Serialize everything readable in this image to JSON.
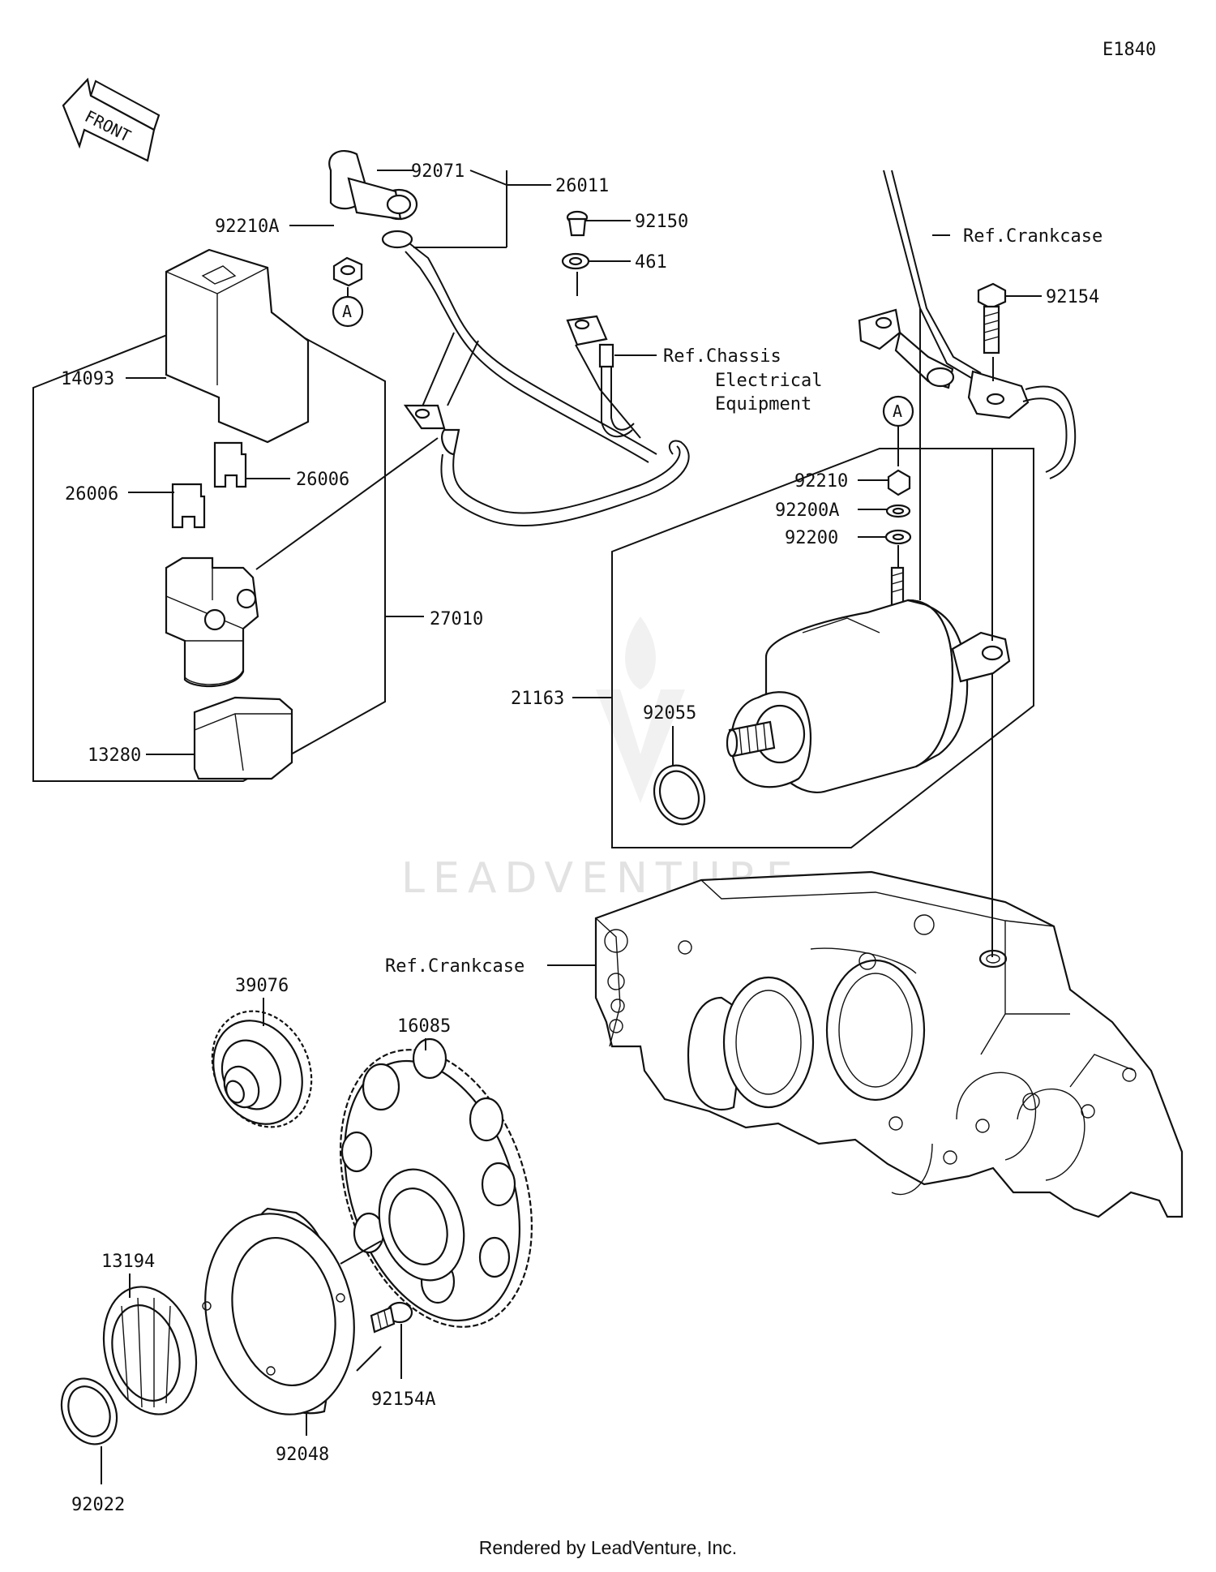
{
  "diagram_code": "E1840",
  "front_label": "FRONT",
  "footer": "Rendered by LeadVenture, Inc.",
  "watermark": "LEADVENTURE",
  "callout_marker": "A",
  "parts": {
    "p92071": "92071",
    "p26011": "26011",
    "p92150": "92150",
    "p461": "461",
    "p92210A": "92210A",
    "p14093": "14093",
    "p26006a": "26006",
    "p26006b": "26006",
    "p27010": "27010",
    "p13280": "13280",
    "p92154": "92154",
    "p92210": "92210",
    "p92200A": "92200A",
    "p92200": "92200",
    "p21163": "21163",
    "p92055": "92055",
    "p39076": "39076",
    "p16085": "16085",
    "p13194": "13194",
    "p92154A": "92154A",
    "p92048": "92048",
    "p92022": "92022"
  },
  "refs": {
    "crankcase_top": "Ref.Crankcase",
    "chassis_line1": "Ref.Chassis",
    "chassis_line2": "Electrical",
    "chassis_line3": "Equipment",
    "crankcase_mid": "Ref.Crankcase"
  }
}
